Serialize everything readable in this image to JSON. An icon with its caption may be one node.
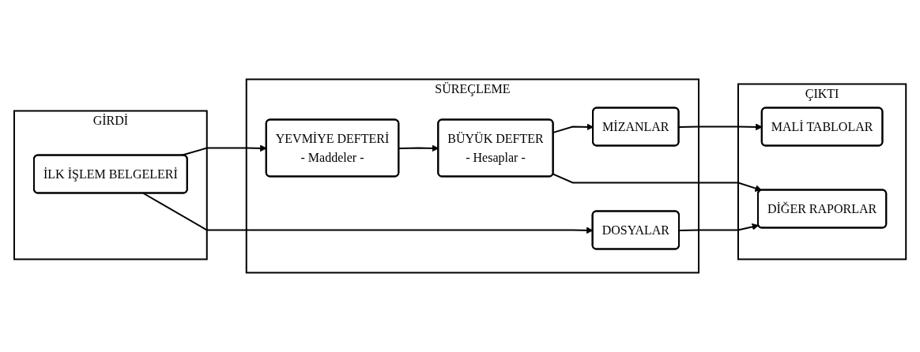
{
  "diagram": {
    "nodes": [
      {
        "text": [
          "GİRDİ"
        ]
      },
      {
        "text": [
          "İLK İŞLEM BELGELERİ"
        ],
        "in": 0
      },
      {
        "text": [
          "SÜREÇLEME"
        ]
      },
      {
        "text": [
          "YEVMİYE DEFTERİ",
          "- Maddeler -"
        ],
        "in": 2
      },
      {
        "text": [
          "BÜYÜK DEFTER",
          "- Hesaplar -"
        ],
        "in": 2
      },
      {
        "text": [
          "MİZANLAR"
        ],
        "in": 2
      },
      {
        "text": [
          "DOSYALAR"
        ],
        "in": 2
      },
      {
        "text": [
          "ÇIKTI"
        ]
      },
      {
        "text": [
          "MALİ TABLOLAR"
        ],
        "in": 7
      },
      {
        "text": [
          "DİĞER RAPORLAR"
        ],
        "in": 7
      }
    ],
    "edges": [
      {
        "from": 1,
        "to": 3,
        "arrow": "to"
      },
      {
        "from": 3,
        "to": 4,
        "arrow": "to"
      },
      {
        "from": 4,
        "to": 5,
        "arrow": "to"
      },
      {
        "from": 5,
        "to": 8,
        "arrow": "to"
      },
      {
        "from": 1,
        "to": 6,
        "arrow": "to"
      },
      {
        "from": 4,
        "to": 9,
        "arrow": "to"
      },
      {
        "from": 6,
        "to": 9,
        "arrow": "to"
      }
    ]
  }
}
